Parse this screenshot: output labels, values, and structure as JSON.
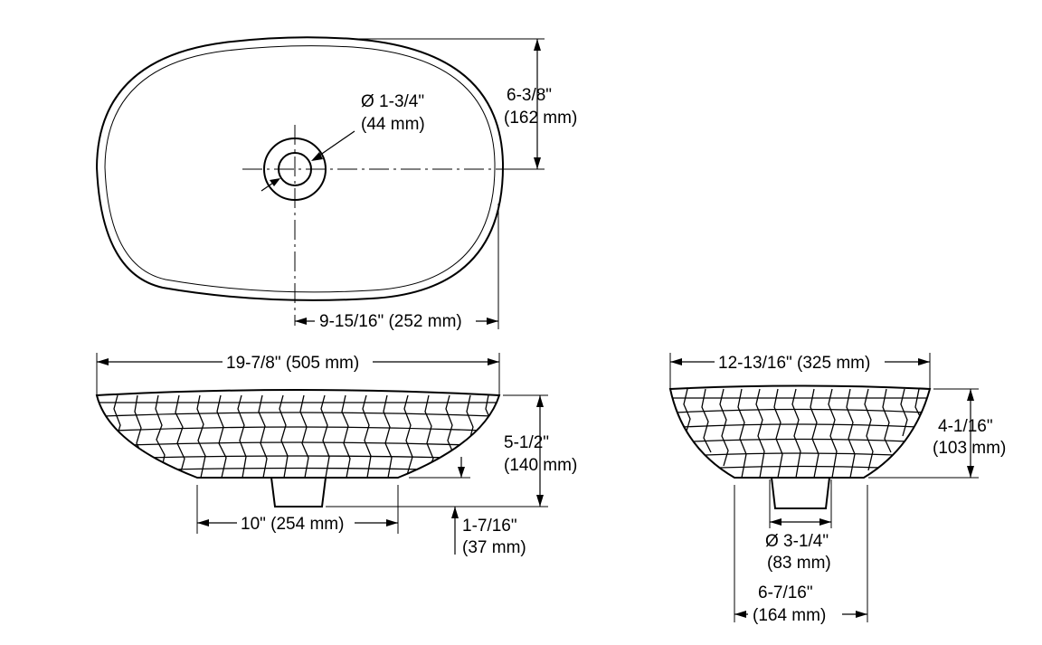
{
  "top_view": {
    "drain_dia_imperial": "Ø 1-3/4\"",
    "drain_dia_metric": "(44 mm)",
    "half_depth_imperial": "6-3/8\"",
    "half_depth_metric": "(162 mm)",
    "half_length": "9-15/16\" (252 mm)"
  },
  "side_view": {
    "overall_length": "19-7/8\" (505 mm)",
    "height_imperial": "5-1/2\"",
    "height_metric": "(140 mm)",
    "base_length": "10\" (254 mm)",
    "drain_offset_imperial": "1-7/16\"",
    "drain_offset_metric": "(37 mm)"
  },
  "end_view": {
    "overall_width": "12-13/16\" (325 mm)",
    "bowl_height_imperial": "4-1/16\"",
    "bowl_height_metric": "(103 mm)",
    "drain_dia_imperial": "Ø 3-1/4\"",
    "drain_dia_metric": "(83 mm)",
    "base_width_imperial": "6-7/16\"",
    "base_width_metric": "(164 mm)"
  }
}
